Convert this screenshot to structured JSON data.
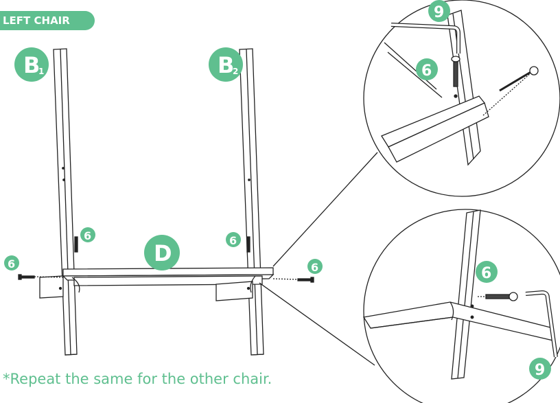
{
  "header": {
    "section_label": "LEFT CHAIR"
  },
  "labels": {
    "b1": "B",
    "b1_sub": "1",
    "b2": "B",
    "b2_sub": "2",
    "d": "D",
    "screw": "6",
    "wrench": "9"
  },
  "footer": {
    "note": "*Repeat the same for the other chair."
  },
  "colors": {
    "accent": "#5fbf8f",
    "line": "#222222"
  }
}
